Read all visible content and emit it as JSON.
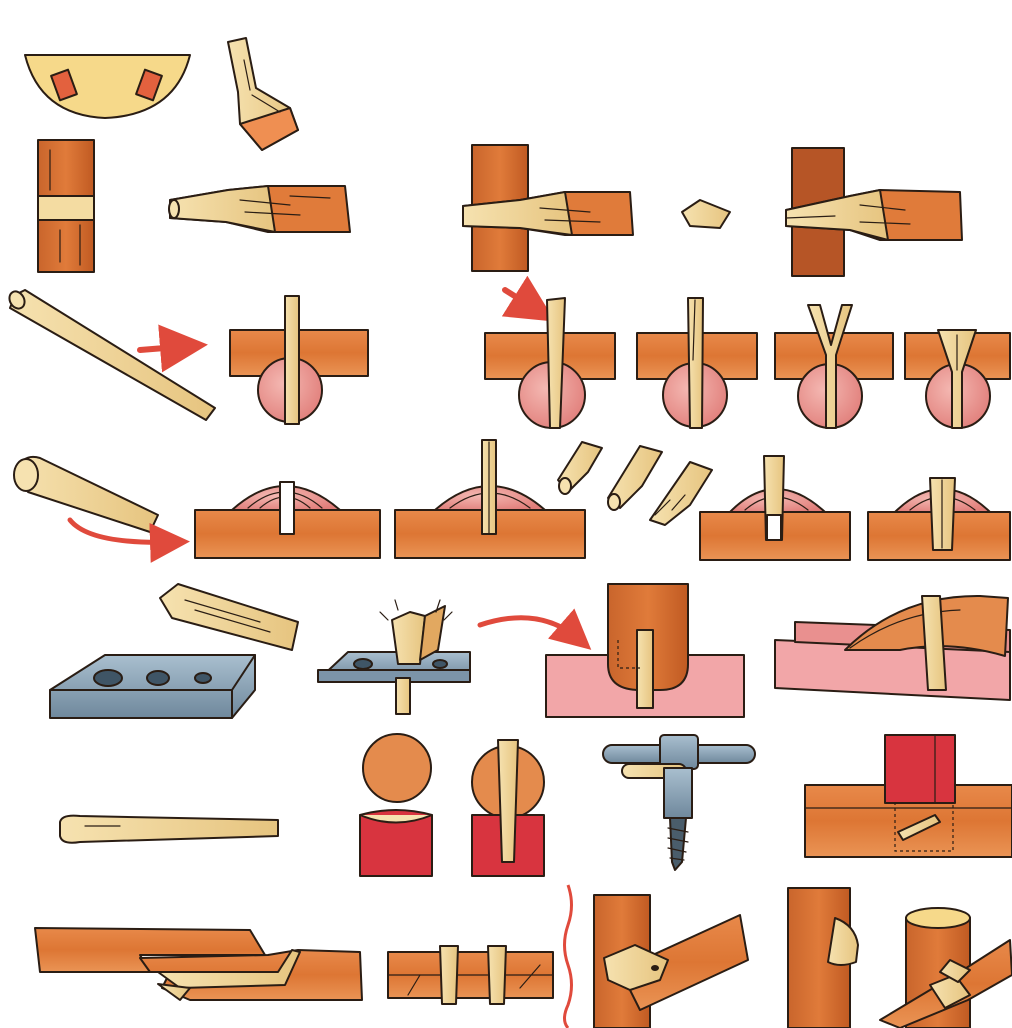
{
  "illustration": {
    "palette": {
      "background": "#ffffff",
      "ink": "#2a1d14",
      "wood_orange": "#e07b3a",
      "wood_light": "#f0a463",
      "peg_cream": "#f4dca2",
      "peg_shade": "#e2bd78",
      "cut_pink": "#e78a86",
      "cut_pink_light": "#f3b2ad",
      "arrow_red": "#e04a3c",
      "steel_blue": "#8aa3b8",
      "crimson": "#d8343f",
      "ground_pink": "#f2a6a8",
      "bowl_yellow": "#f6d98a"
    },
    "rows": [
      {
        "row": 1,
        "icons": [
          "bowl-with-mortises-icon",
          "branch-fork-icon"
        ]
      },
      {
        "row": 2,
        "icons": [
          "beam-with-band-icon",
          "split-branch-icon",
          "peg-through-beam-icon",
          "wedge-icon",
          "wedged-split-joint-icon"
        ]
      },
      {
        "row": 3,
        "icons": [
          "tapered-peg-icon",
          "arrow-icon",
          "peg-in-beam-icon",
          "wedging-sequence-icon"
        ]
      },
      {
        "row": 4,
        "icons": [
          "tapered-peg-icon",
          "arrow-icon",
          "slotted-beam-icon",
          "wedge-pieces-icon",
          "wedged-slot-icon"
        ]
      },
      {
        "row": 5,
        "icons": [
          "dowel-plate-icon",
          "dowel-driving-icon",
          "arrow-icon",
          "post-with-peg-icon",
          "log-on-beam-icon"
        ]
      },
      {
        "row": 6,
        "icons": [
          "dowel-rod-icon",
          "round-tenon-icon",
          "auger-drill-icon",
          "pegged-post-icon"
        ]
      },
      {
        "row": 7,
        "icons": [
          "scarf-joint-icon",
          "bound-splice-icon",
          "post-brace-joint-icon",
          "mortise-tenon-icon",
          "branch-post-joint-icon"
        ]
      }
    ]
  }
}
